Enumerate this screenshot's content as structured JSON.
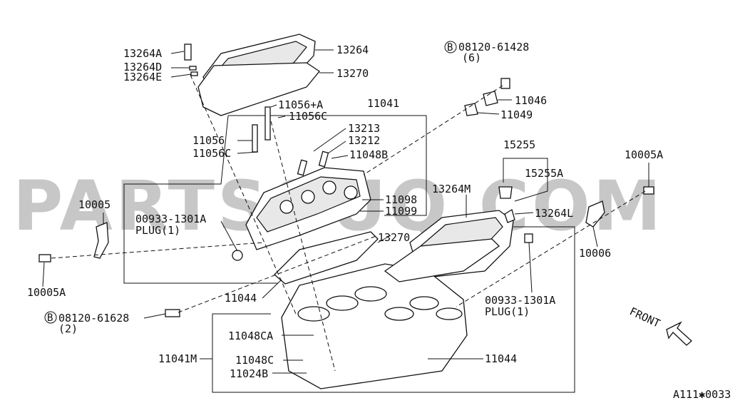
{
  "callouts": {
    "p13264A": "13264A",
    "p13264D": "13264D",
    "p13264E": "13264E",
    "p13264": "13264",
    "p13270_top": "13270",
    "p11056A": "11056+A",
    "p11056C_top": "11056C",
    "p11041": "11041",
    "p13213": "13213",
    "p13212": "13212",
    "p11048B": "11048B",
    "p11056": "11056",
    "p11056C": "11056C",
    "p10005": "10005",
    "plug_left_num": "00933-1301A",
    "plug_left_txt": "PLUG(1)",
    "p11098": "11098",
    "p11099": "11099",
    "p13270_mid": "13270",
    "p10005A_left": "10005A",
    "p11044_left": "11044",
    "bolt_left_num": "08120-61628",
    "bolt_left_qty": "(2)",
    "p11048CA": "11048CA",
    "p11048C": "11048C",
    "p11024B": "11024B",
    "p11041M": "11041M",
    "p11044_right": "11044",
    "bolt_top_num": "08120-61428",
    "bolt_top_qty": "(6)",
    "p11046": "11046",
    "p11049": "11049",
    "p15255": "15255",
    "p15255A": "15255A",
    "p13264M": "13264M",
    "p13264L": "13264L",
    "p10005A_right": "10005A",
    "p10006": "10006",
    "plug_right_num": "00933-1301A",
    "plug_right_txt": "PLUG(1)",
    "front": "FRONT",
    "b_mark": "B"
  },
  "footer": {
    "code": "A111✱0033"
  },
  "watermark": {
    "text": "PARTSOUQ.COM"
  }
}
